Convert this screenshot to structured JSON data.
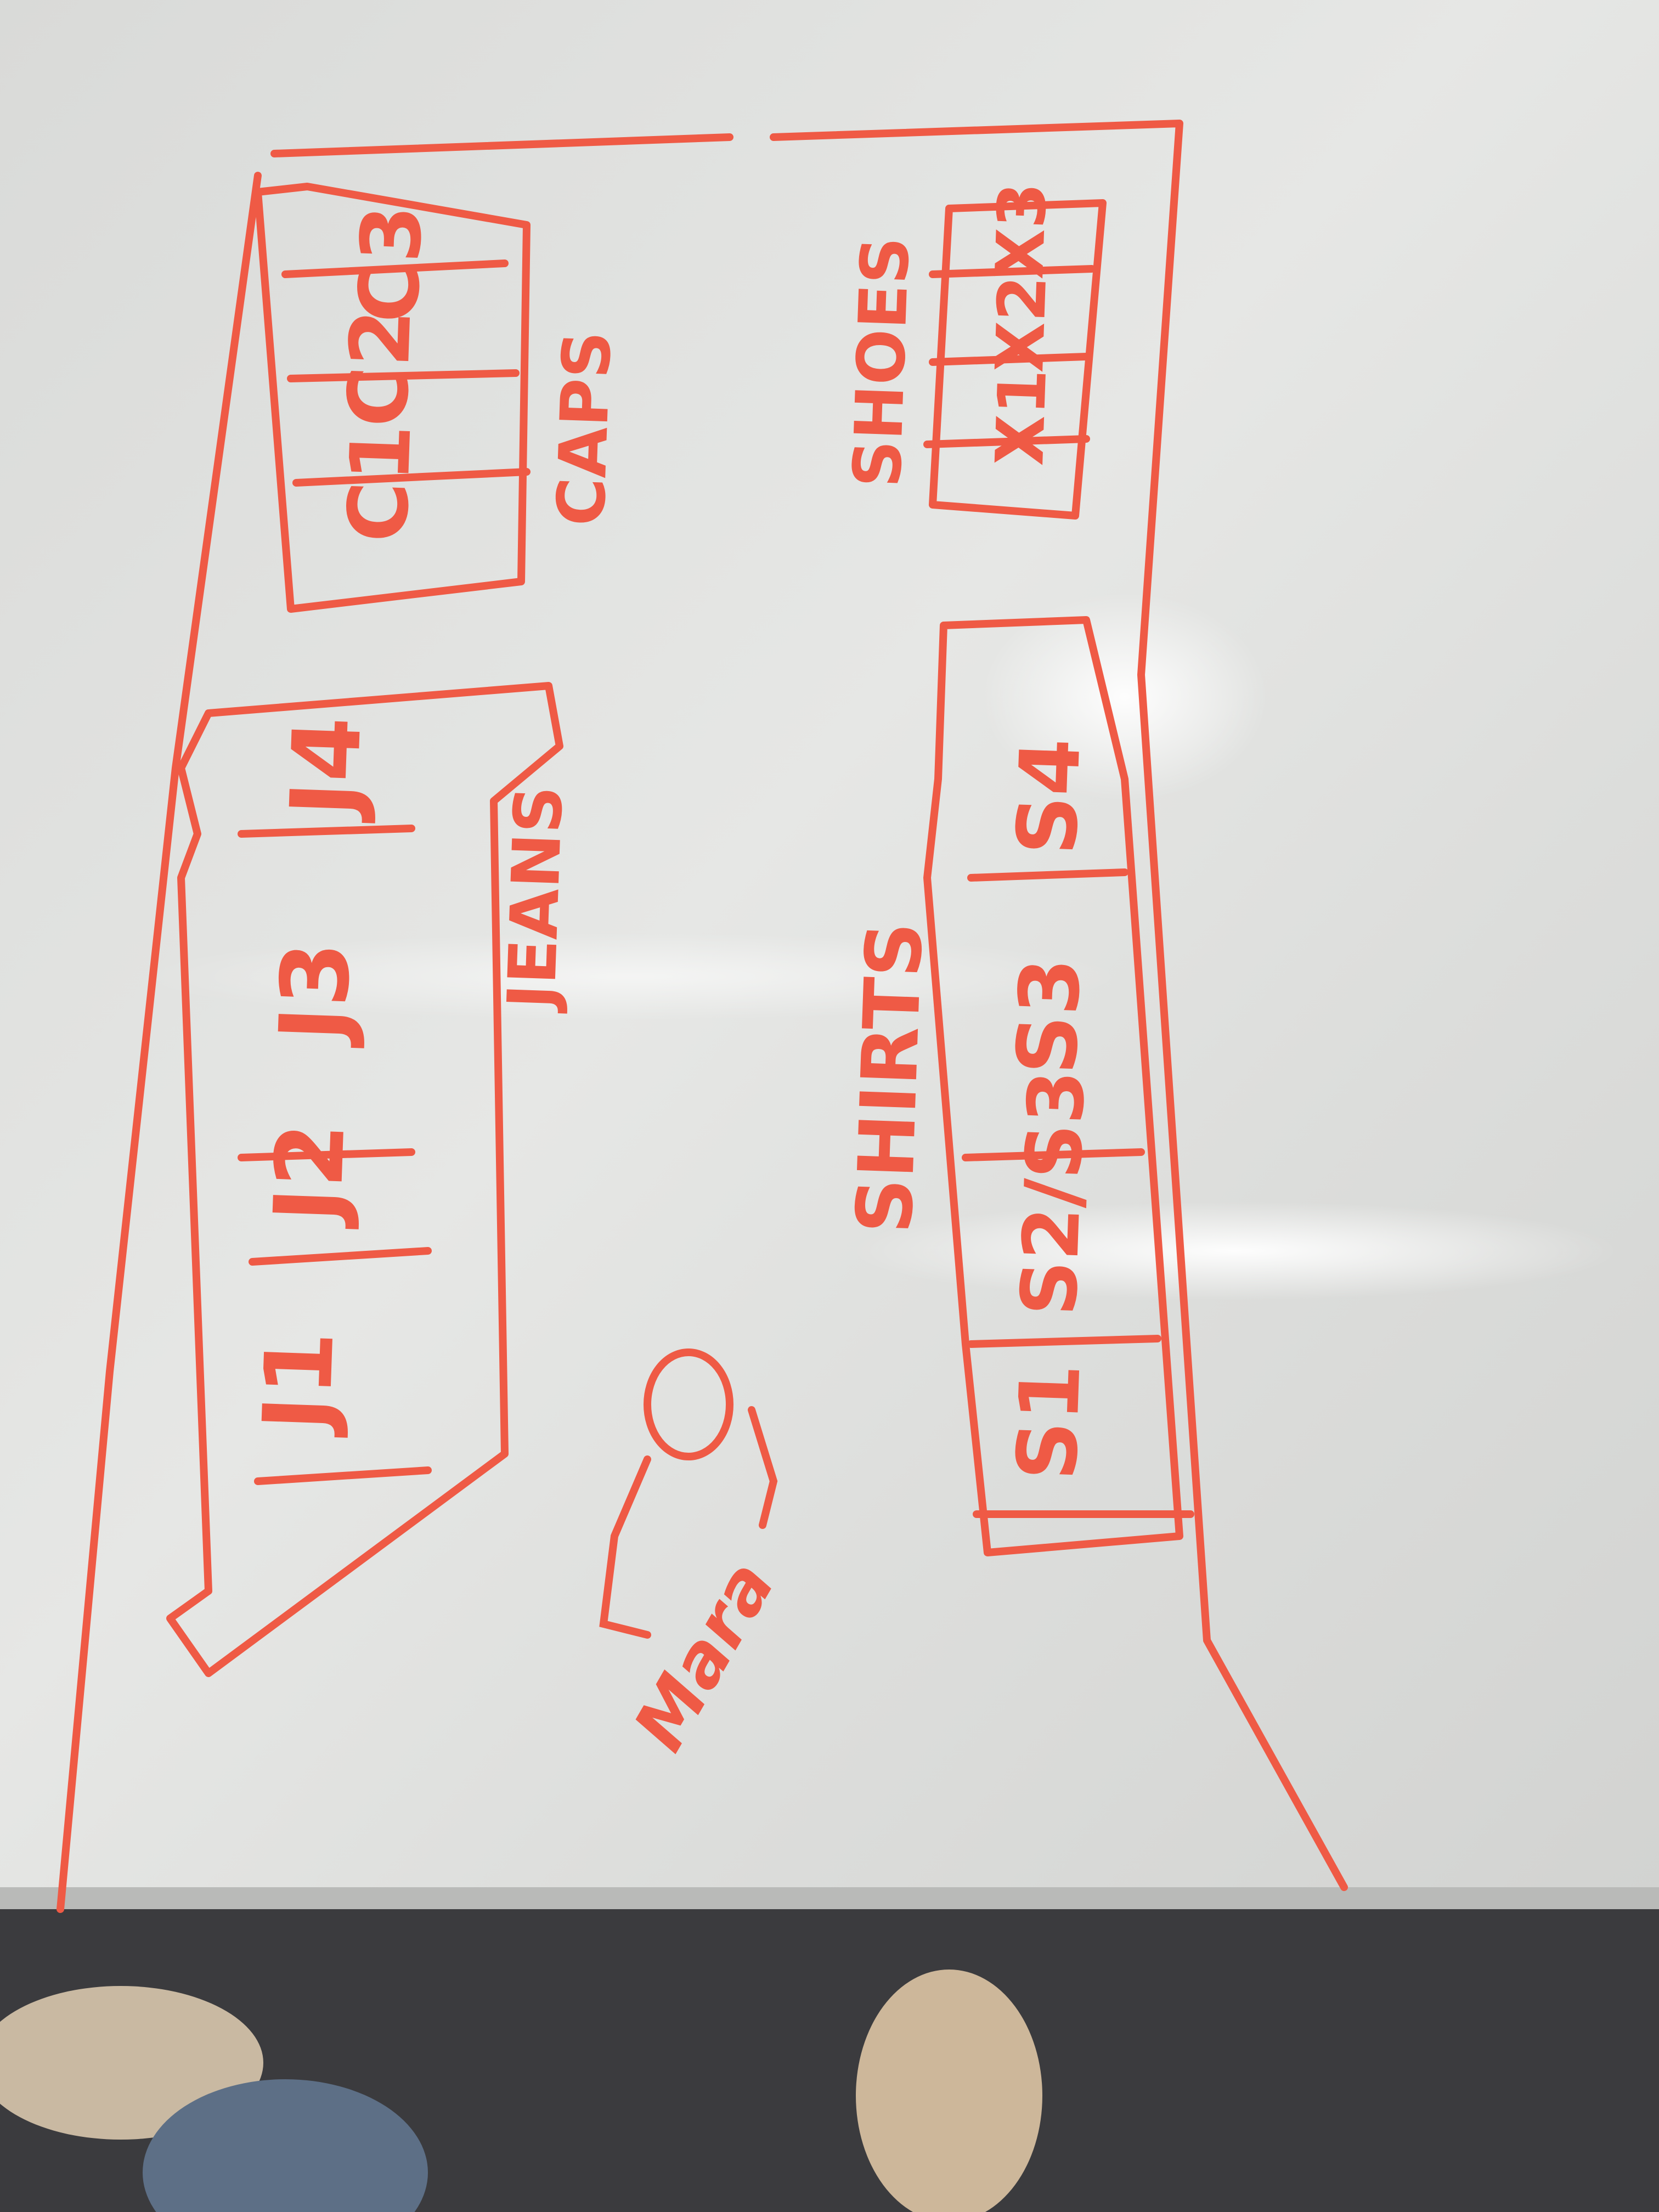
{
  "colors": {
    "board": "#e4e5e3",
    "board_shadow": "#cfd0ce",
    "marker": "#ef5a45",
    "floor": "#3b3b3e",
    "board_edge": "#b9bab8"
  },
  "board": {
    "jeans": {
      "label": "JEANS",
      "cells": [
        "J1",
        "J2",
        "J3",
        "J4"
      ]
    },
    "caps": {
      "label": "CAPS",
      "cells": [
        "C1",
        "C2",
        "C3"
      ]
    },
    "shoes": {
      "label": "SHOES",
      "cells": [
        "X1",
        "X2",
        "X3"
      ]
    },
    "shirts": {
      "label": "SHIRTS",
      "cells": [
        "S1",
        "S2/S3",
        "S3",
        "S4"
      ]
    },
    "person_icon": "stick-figure-icon",
    "person_label": "Mara"
  }
}
